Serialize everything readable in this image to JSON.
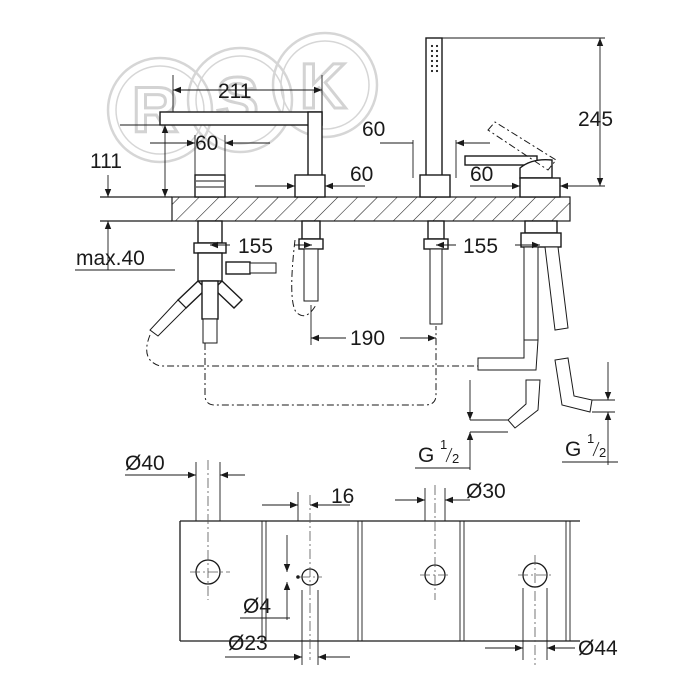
{
  "watermark": {
    "letters": [
      "R",
      "S",
      "K"
    ],
    "color": "#cfcfcf"
  },
  "dimensions": {
    "spout_reach": "211",
    "spout_height": "111",
    "spout_base_width": "60",
    "diverter_width": "60",
    "shower_holder_width": "60",
    "mixer_lever_width": "60",
    "shower_height": "245",
    "deck_thickness_max": "max.40",
    "spacing_left": "155",
    "spacing_right": "155",
    "hose_spacing": "190",
    "thread_left": "G",
    "thread_right": "G",
    "thread_fraction_num": "1",
    "thread_fraction_den": "2",
    "hole_large": "Ø40",
    "hole_medium": "Ø30",
    "hole_small": "Ø4",
    "hole_23": "Ø23",
    "hole_44": "Ø44",
    "gap_16": "16"
  },
  "colors": {
    "line": "#1a1a1a",
    "hatch": "#1a1a1a",
    "background": "#ffffff"
  }
}
